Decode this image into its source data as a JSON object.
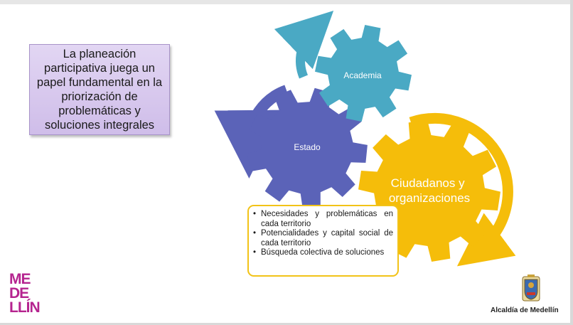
{
  "slide": {
    "intro_text": "La planeación participativa juega un papel fundamental en la priorización de problemáticas y soluciones integrales"
  },
  "gears": {
    "academia": "Academia",
    "estado": "Estado",
    "ciudadanos": "Ciudadanos y organizaciones"
  },
  "bullets": [
    "Necesidades y problemáticas en cada territorio",
    "Potencialidades y capital social de cada territorio",
    "Búsqueda colectiva de soluciones"
  ],
  "logo": {
    "lines": [
      "ME",
      "DE",
      "LLÍN"
    ],
    "brand_color": "#b5248f"
  },
  "footer": {
    "alcaldia": "Alcaldía de Medellín"
  },
  "colors": {
    "academia_gear": "#4aa9c4",
    "estado_gear": "#5b63b8",
    "ciudadanos_gear": "#f5bd0a",
    "textbox_fill": "#d9cbef"
  }
}
